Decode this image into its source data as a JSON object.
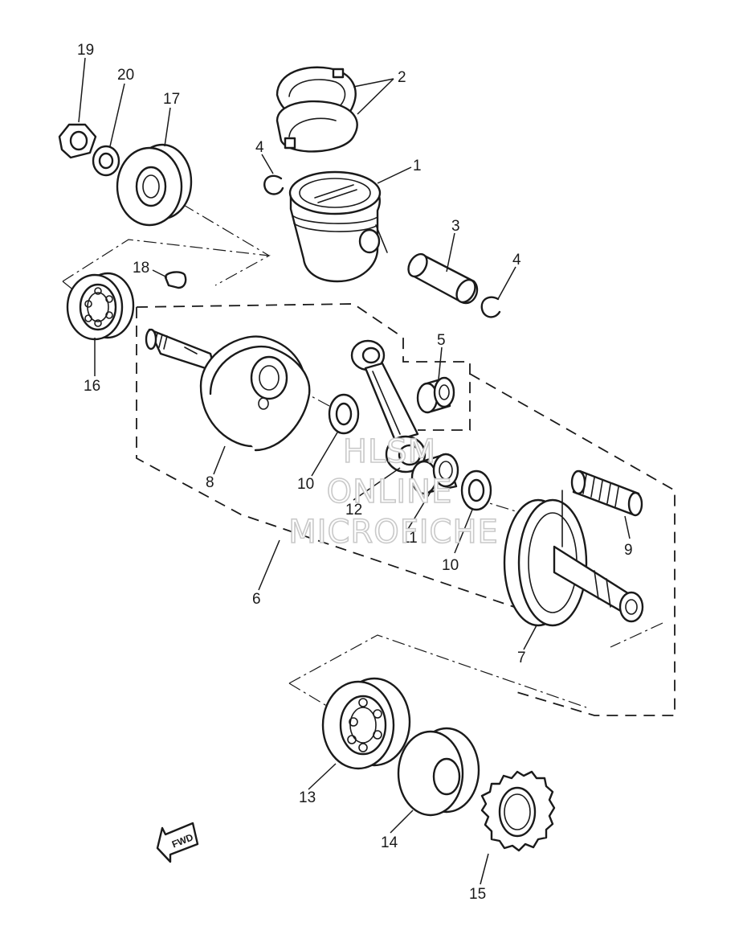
{
  "callouts": {
    "c1": "1",
    "c2": "2",
    "c3": "3",
    "c4a": "4",
    "c4b": "4",
    "c5": "5",
    "c6": "6",
    "c7": "7",
    "c8": "8",
    "c9": "9",
    "c10a": "10",
    "c10b": "10",
    "c11": "11",
    "c12": "12",
    "c13": "13",
    "c14": "14",
    "c15": "15",
    "c16": "16",
    "c17": "17",
    "c18": "18",
    "c19": "19",
    "c20": "20"
  },
  "watermark": {
    "line1": "HLSM",
    "line2": "ONLINE",
    "line3": "MICROFICHE"
  },
  "direction_arrow": {
    "label": "FWD",
    "icon": "fwd-arrow-icon"
  },
  "colors": {
    "ink": "#1a1a1a",
    "watermark_outline": "#c9c9c9",
    "paper": "#ffffff"
  }
}
